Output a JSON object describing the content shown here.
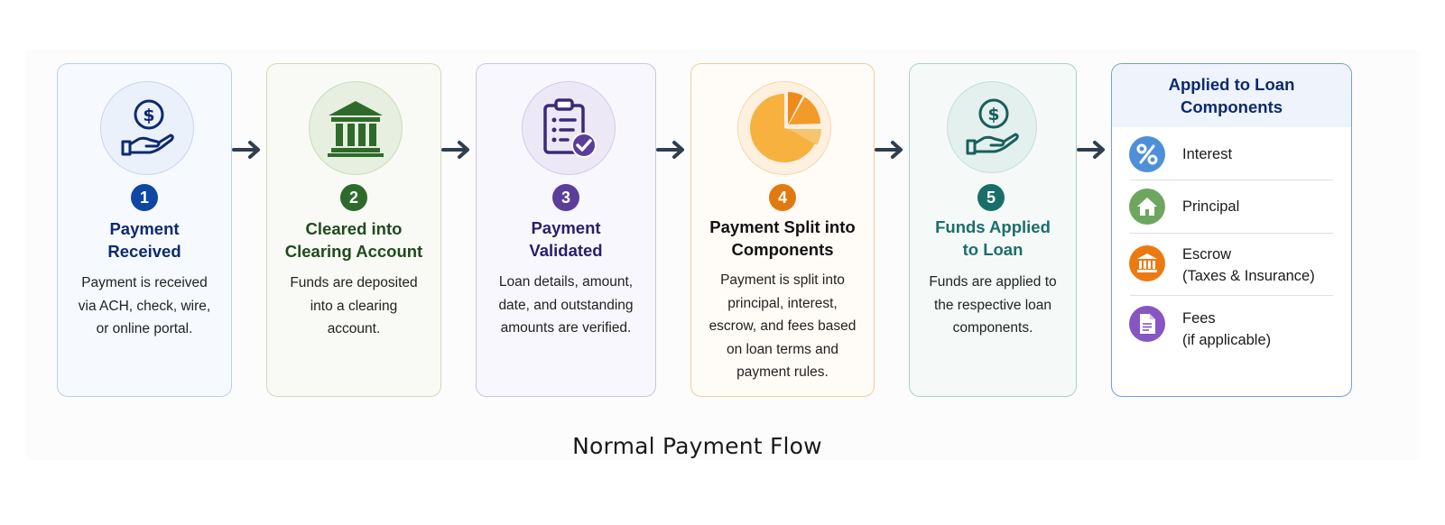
{
  "caption": "Normal Payment Flow",
  "steps": [
    {
      "number": "1",
      "title_line1": "Payment",
      "title_line2": "Received",
      "desc_lines": [
        "Payment is received",
        "via ACH, check, wire,",
        "or online portal."
      ],
      "icon": "hand-dollar-icon",
      "color": "#0d47a1"
    },
    {
      "number": "2",
      "title_line1": "Cleared into",
      "title_line2": "Clearing Account",
      "desc_lines": [
        "Funds are deposited",
        "into a clearing",
        "account."
      ],
      "icon": "bank-building-icon",
      "color": "#2e6b2a"
    },
    {
      "number": "3",
      "title_line1": "Payment",
      "title_line2": "Validated",
      "desc_lines": [
        "Loan details, amount,",
        "date, and outstanding",
        "amounts are verified."
      ],
      "icon": "clipboard-check-icon",
      "color": "#5b3d9a"
    },
    {
      "number": "4",
      "title_line1": "Payment Split into",
      "title_line2": "Components",
      "desc_lines": [
        "Payment is split into",
        "principal, interest,",
        "escrow, and fees based",
        "on loan terms and",
        "payment rules."
      ],
      "icon": "pie-chart-icon",
      "color": "#e07a10"
    },
    {
      "number": "5",
      "title_line1": "Funds Applied",
      "title_line2": "to Loan",
      "desc_lines": [
        "Funds are applied to",
        "the respective loan",
        "components."
      ],
      "icon": "hand-dollar-icon",
      "color": "#1a6e6a"
    }
  ],
  "components": {
    "title_line1": "Applied to Loan",
    "title_line2": "Components",
    "items": [
      {
        "line1": "Interest",
        "line2": "",
        "icon": "percent-icon",
        "color": "#4f8fd8"
      },
      {
        "line1": "Principal",
        "line2": "",
        "icon": "house-icon",
        "color": "#6fa65f"
      },
      {
        "line1": "Escrow",
        "line2": "(Taxes & Insurance)",
        "icon": "bank-icon",
        "color": "#ec7a12"
      },
      {
        "line1": "Fees",
        "line2": "(if applicable)",
        "icon": "document-icon",
        "color": "#8556c4"
      }
    ]
  }
}
